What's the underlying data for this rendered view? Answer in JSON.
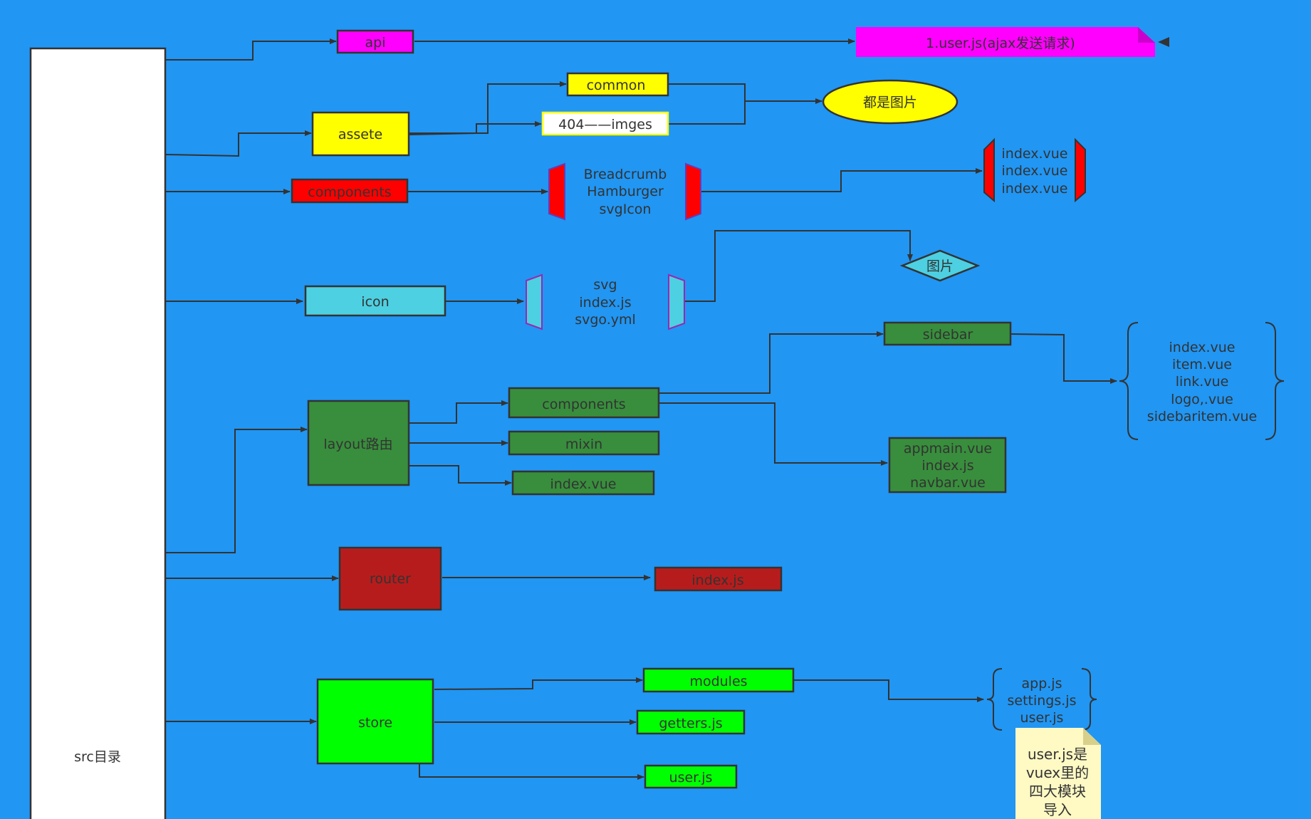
{
  "colors": {
    "background": "#2196f3",
    "line": "#333333",
    "api": "#ff00ff",
    "assets": "#ffff00",
    "components": "#ff0000",
    "icon": "#4dd0e1",
    "layout": "#388e3c",
    "router": "#b71c1c",
    "store": "#00ff00",
    "note": "#fff9c4",
    "white": "#ffffff"
  },
  "root": {
    "label": "src目录"
  },
  "api": {
    "label": "api",
    "file": "1.user.js(ajax发送请求)"
  },
  "assets": {
    "label": "assete",
    "common": "common",
    "images": "404——imges",
    "note": "都是图片"
  },
  "components": {
    "label": "components",
    "list": [
      "Breadcrumb",
      "Hamburger",
      "svgIcon"
    ],
    "files": [
      "index.vue",
      "index.vue",
      "index.vue"
    ]
  },
  "icon": {
    "label": "icon",
    "list": [
      "svg",
      "index.js",
      "svgo.yml"
    ],
    "diamond": "图片"
  },
  "layout": {
    "label": "layout路由",
    "components": "components",
    "mixin": "mixin",
    "index": "index.vue",
    "sidebar": "sidebar",
    "sidebar_files": [
      "index.vue",
      "item.vue",
      "link.vue",
      "logo,.vue",
      "sidebaritem.vue"
    ],
    "main_files": [
      "appmain.vue",
      "index.js",
      "navbar.vue"
    ]
  },
  "router": {
    "label": "router",
    "index": "index.js"
  },
  "store": {
    "label": "store",
    "modules": "modules",
    "getters": "getters.js",
    "user": "user.js",
    "module_files": [
      "app.js",
      "settings.js",
      "user.js"
    ],
    "note": [
      "user.js是",
      "vuex里的",
      "四大模块",
      "导入"
    ]
  }
}
